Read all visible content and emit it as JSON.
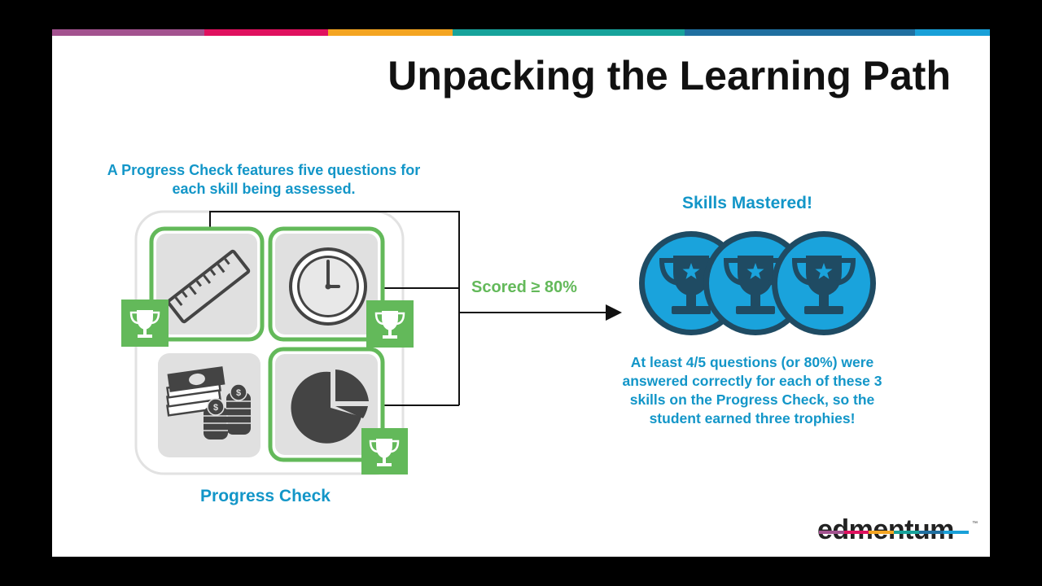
{
  "slide": {
    "title": "Unpacking the Learning Path",
    "stripe_colors": [
      "#a3528f",
      "#e0115f",
      "#f4a522",
      "#17a39b",
      "#1f6fa0",
      "#19a0d8"
    ],
    "text_color_accent": "#1396c8",
    "green": "#63b95a"
  },
  "progress_check": {
    "caption": "A Progress Check features five questions for each skill being assessed.",
    "label": "Progress Check",
    "tiles": [
      {
        "icon": "ruler-icon",
        "mastered": true
      },
      {
        "icon": "clock-icon",
        "mastered": true
      },
      {
        "icon": "money-icon",
        "mastered": false
      },
      {
        "icon": "pie-chart-icon",
        "mastered": true
      }
    ]
  },
  "connector": {
    "label": "Scored ≥ 80%"
  },
  "skills": {
    "title": "Skills Mastered!",
    "trophy_count": 3,
    "result_text": "At least 4/5 questions (or 80%) were answered correctly for each of these 3 skills on the Progress Check, so the student earned three trophies!"
  },
  "logo": {
    "text": "edmentum",
    "tm": "™",
    "bar_colors": [
      "#a3528f",
      "#e0115f",
      "#f4a522",
      "#17a39b",
      "#1f6fa0",
      "#19a0d8"
    ]
  }
}
